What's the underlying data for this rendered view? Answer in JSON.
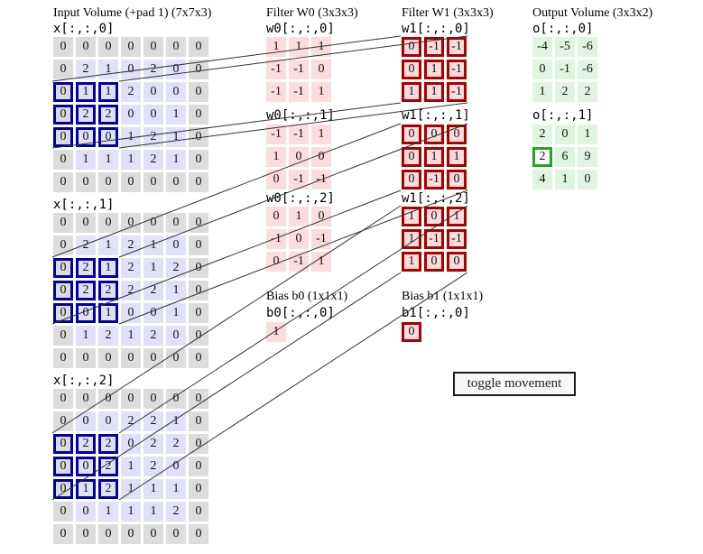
{
  "input": {
    "title": "Input Volume (+pad 1) (7x7x3)",
    "slices": [
      {
        "label": "x[:,:,0]",
        "rows": [
          [
            0,
            0,
            0,
            0,
            0,
            0,
            0
          ],
          [
            0,
            2,
            1,
            0,
            2,
            0,
            0
          ],
          [
            0,
            1,
            1,
            2,
            0,
            0,
            0
          ],
          [
            0,
            2,
            2,
            0,
            0,
            1,
            0
          ],
          [
            0,
            0,
            0,
            1,
            2,
            1,
            0
          ],
          [
            0,
            1,
            1,
            1,
            2,
            1,
            0
          ],
          [
            0,
            0,
            0,
            0,
            0,
            0,
            0
          ]
        ]
      },
      {
        "label": "x[:,:,1]",
        "rows": [
          [
            0,
            0,
            0,
            0,
            0,
            0,
            0
          ],
          [
            0,
            2,
            1,
            2,
            1,
            0,
            0
          ],
          [
            0,
            2,
            1,
            2,
            1,
            2,
            0
          ],
          [
            0,
            2,
            2,
            2,
            2,
            1,
            0
          ],
          [
            0,
            0,
            1,
            0,
            0,
            1,
            0
          ],
          [
            0,
            1,
            2,
            1,
            2,
            0,
            0
          ],
          [
            0,
            0,
            0,
            0,
            0,
            0,
            0
          ]
        ]
      },
      {
        "label": "x[:,:,2]",
        "rows": [
          [
            0,
            0,
            0,
            0,
            0,
            0,
            0
          ],
          [
            0,
            0,
            0,
            2,
            2,
            1,
            0
          ],
          [
            0,
            2,
            2,
            0,
            2,
            2,
            0
          ],
          [
            0,
            0,
            2,
            1,
            2,
            0,
            0
          ],
          [
            0,
            1,
            2,
            1,
            1,
            1,
            0
          ],
          [
            0,
            0,
            1,
            1,
            1,
            2,
            0
          ],
          [
            0,
            0,
            0,
            0,
            0,
            0,
            0
          ]
        ]
      }
    ],
    "highlight_window": {
      "row_start": 2,
      "row_end": 4,
      "col_start": 0,
      "col_end": 2
    }
  },
  "filter_w0": {
    "title": "Filter W0 (3x3x3)",
    "active": false,
    "slices": [
      {
        "label": "w0[:,:,0]",
        "rows": [
          [
            1,
            1,
            1
          ],
          [
            -1,
            -1,
            0
          ],
          [
            -1,
            -1,
            1
          ]
        ]
      },
      {
        "label": "w0[:,:,1]",
        "rows": [
          [
            -1,
            -1,
            1
          ],
          [
            1,
            0,
            0
          ],
          [
            0,
            -1,
            -1
          ]
        ]
      },
      {
        "label": "w0[:,:,2]",
        "rows": [
          [
            0,
            1,
            0
          ],
          [
            -1,
            0,
            -1
          ],
          [
            0,
            -1,
            1
          ]
        ]
      }
    ],
    "bias": {
      "title": "Bias b0 (1x1x1)",
      "label": "b0[:,:,0]",
      "value": 1
    }
  },
  "filter_w1": {
    "title": "Filter W1 (3x3x3)",
    "active": true,
    "slices": [
      {
        "label": "w1[:,:,0]",
        "rows": [
          [
            0,
            -1,
            -1
          ],
          [
            0,
            1,
            -1
          ],
          [
            1,
            1,
            -1
          ]
        ]
      },
      {
        "label": "w1[:,:,1]",
        "rows": [
          [
            0,
            0,
            0
          ],
          [
            0,
            1,
            1
          ],
          [
            0,
            -1,
            0
          ]
        ]
      },
      {
        "label": "w1[:,:,2]",
        "rows": [
          [
            1,
            0,
            1
          ],
          [
            1,
            -1,
            -1
          ],
          [
            1,
            0,
            0
          ]
        ]
      }
    ],
    "bias": {
      "title": "Bias b1 (1x1x1)",
      "label": "b1[:,:,0]",
      "value": 0
    }
  },
  "output": {
    "title": "Output Volume (3x3x2)",
    "slices": [
      {
        "label": "o[:,:,0]",
        "rows": [
          [
            -4,
            -5,
            -6
          ],
          [
            0,
            -1,
            -6
          ],
          [
            1,
            2,
            2
          ]
        ]
      },
      {
        "label": "o[:,:,1]",
        "rows": [
          [
            2,
            0,
            1
          ],
          [
            2,
            6,
            9
          ],
          [
            4,
            1,
            0
          ]
        ],
        "active_cell": {
          "row": 1,
          "col": 0
        }
      }
    ]
  },
  "button": {
    "label": "toggle movement"
  },
  "colors": {
    "input_pad_bg": "#dcdcdc",
    "input_cell_bg": "#e0e0f8",
    "input_highlight_border": "#0000aa",
    "filter_cell_bg": "#fcdcdc",
    "filter_active_border": "#aa0000",
    "output_cell_bg": "#dff5df",
    "output_active_border": "#1fa51f",
    "output_active_bg": "#ffffff",
    "line_color": "#333333"
  },
  "connection_lines": [
    [
      58,
      90,
      444,
      40
    ],
    [
      132,
      90,
      518,
      40
    ],
    [
      58,
      164,
      444,
      114
    ],
    [
      132,
      164,
      518,
      114
    ],
    [
      58,
      285,
      444,
      137
    ],
    [
      132,
      285,
      518,
      137
    ],
    [
      58,
      359,
      444,
      211
    ],
    [
      132,
      359,
      518,
      211
    ],
    [
      58,
      480,
      444,
      228
    ],
    [
      132,
      480,
      518,
      228
    ],
    [
      58,
      554,
      444,
      302
    ],
    [
      132,
      554,
      518,
      302
    ]
  ]
}
